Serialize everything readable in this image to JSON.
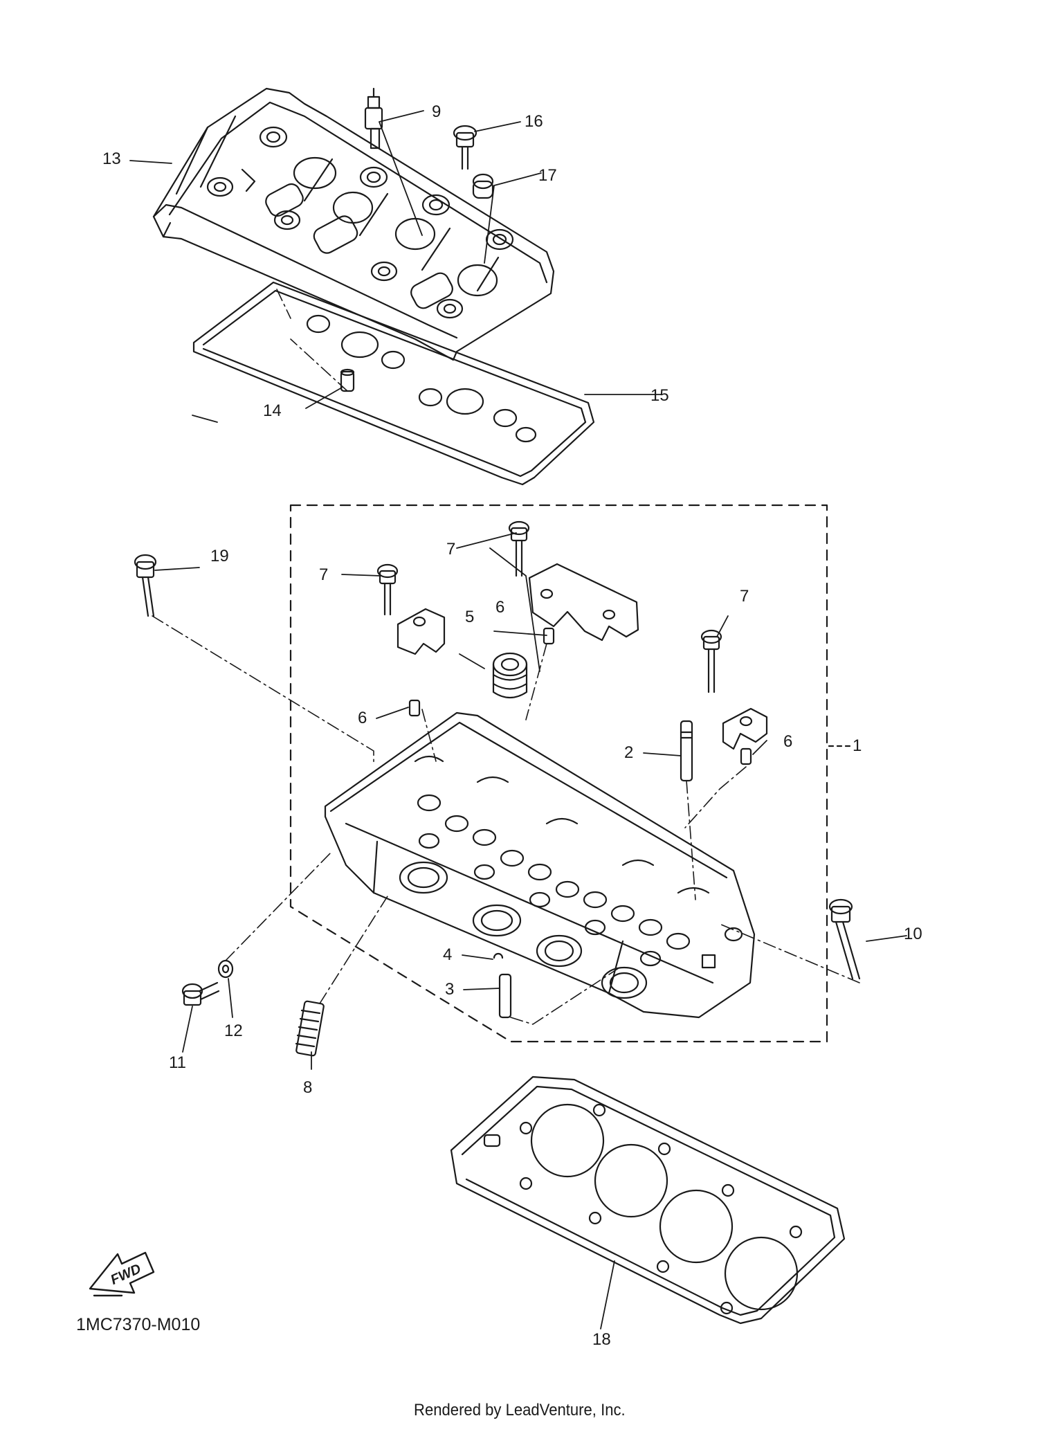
{
  "diagram": {
    "code": "1MC7370-M010",
    "credit": "Rendered by LeadVenture, Inc.",
    "fwd_label": "FWD",
    "line_color": "#1a1a1a",
    "callouts": [
      "1",
      "2",
      "3",
      "4",
      "5",
      "6",
      "6",
      "6",
      "7",
      "7",
      "7",
      "8",
      "9",
      "10",
      "11",
      "12",
      "13",
      "14",
      "15",
      "16",
      "17",
      "18",
      "19"
    ]
  }
}
